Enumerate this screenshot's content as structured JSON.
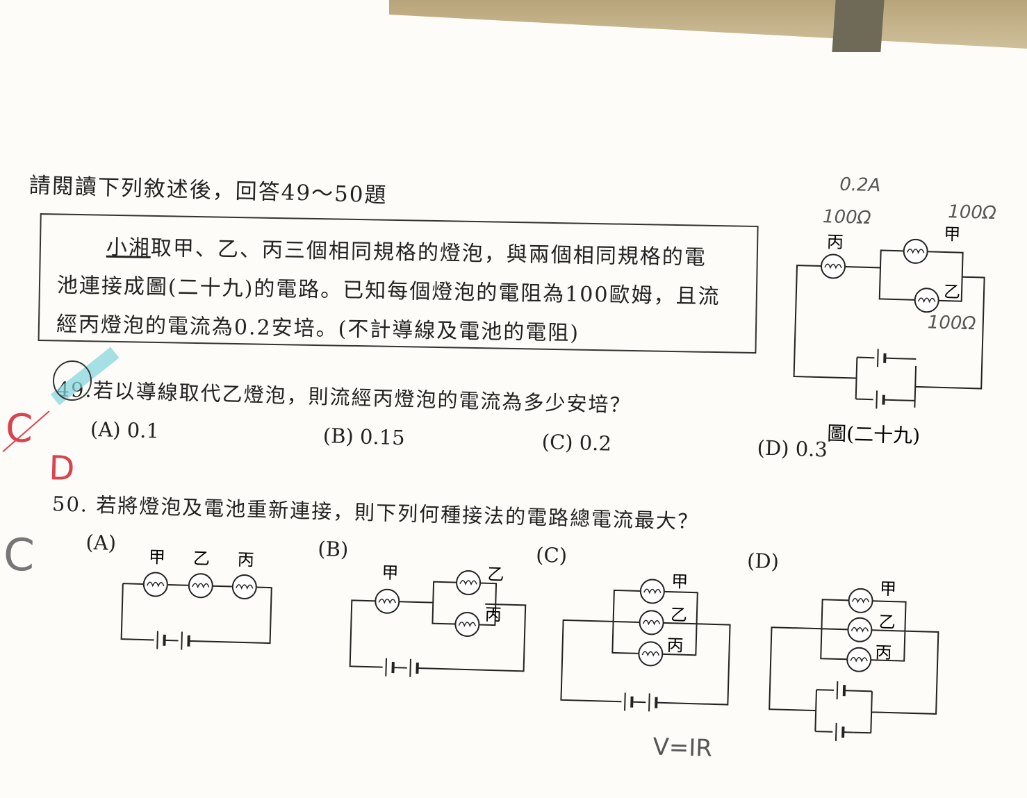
{
  "intro": "請閱讀下列敘述後，回答49～50題",
  "passage": {
    "name": "小湘",
    "line1_rest": "取甲、乙、丙三個相同規格的燈泡，與兩個相同規格的電",
    "line2": "池連接成圖(二十九)的電路。已知每個燈泡的電阻為100歐姆，且流",
    "line3": "經丙燈泡的電流為0.2安培。(不計導線及電池的電阻)"
  },
  "figure": {
    "caption": "圖(二十九)",
    "bulbs": {
      "a": "甲",
      "b": "乙",
      "c": "丙"
    },
    "notes": {
      "current": "0.2A",
      "r1": "100Ω",
      "r2": "100Ω",
      "r3": "100Ω"
    }
  },
  "q49": {
    "number": "49.",
    "text": "若以導線取代乙燈泡，則流經丙燈泡的電流為多少安培？",
    "options": [
      "(A) 0.1",
      "(B) 0.15",
      "(C) 0.2",
      "(D) 0.3"
    ],
    "marks": {
      "crossed": "C",
      "answer": "D"
    }
  },
  "q50": {
    "number": "50.",
    "text": "若將燈泡及電池重新連接，則下列何種接法的電路總電流最大？",
    "options": [
      "(A)",
      "(B)",
      "(C)",
      "(D)"
    ],
    "bulbs": {
      "a": "甲",
      "b": "乙",
      "c": "丙"
    },
    "marks": {
      "answer": "C",
      "formula": "V=IR"
    }
  },
  "colors": {
    "red_ink": "#d9434d",
    "teal_highlight": "#7fd6dc",
    "gray_pencil": "#777777"
  }
}
